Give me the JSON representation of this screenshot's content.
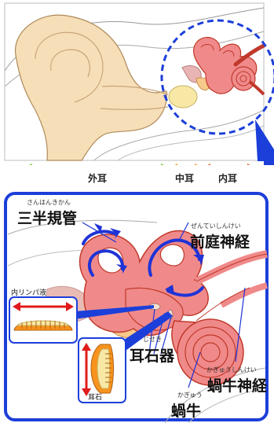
{
  "top_diagram": {
    "sections": [
      {
        "id": "outer",
        "label": "外耳",
        "color": "#8cc63f"
      },
      {
        "id": "middle",
        "label": "中耳",
        "color": "#f7931e"
      },
      {
        "id": "inner",
        "label": "内耳",
        "color": "#f26522"
      }
    ]
  },
  "detail_panel": {
    "border_color": "#1c3fd9",
    "labels": {
      "semicircular_canals": {
        "ruby": "さんはんきかん",
        "text": "三半規管"
      },
      "vestibular_nerve": {
        "ruby": "ぜんていしんけい",
        "text": "前庭神経"
      },
      "endolymph": {
        "text": "内リンパ液"
      },
      "otolith_organ": {
        "ruby": "じせき",
        "text": "耳石器"
      },
      "cochlear_nerve": {
        "ruby": "かぎゅうしんけい",
        "text": "蝸牛神経"
      },
      "cochlea": {
        "ruby": "かぎゅう",
        "text": "蝸牛"
      },
      "otolith": {
        "text": "耳石"
      }
    }
  },
  "colors": {
    "organ_fill": "#f08a8a",
    "organ_stroke": "#c0392b",
    "skin_fill": "#f6dfb8",
    "arrow_blue": "#1f33d6",
    "arrow_red": "#e01b1b"
  }
}
